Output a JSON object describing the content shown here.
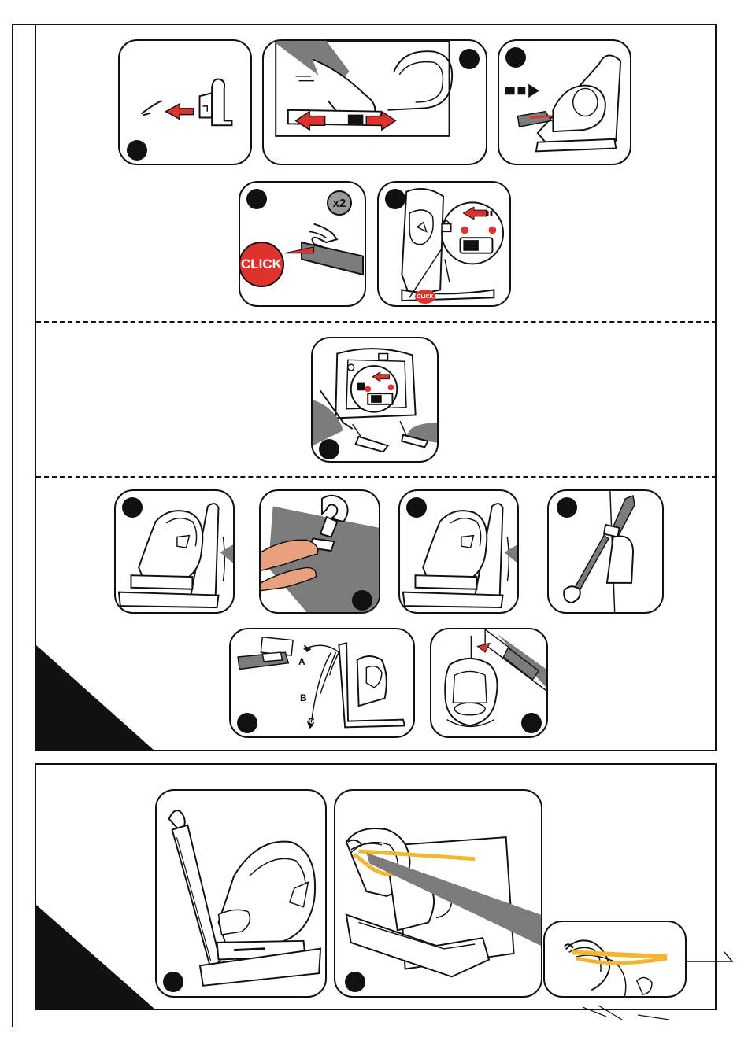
{
  "labels": {
    "click_main": "CLICK",
    "times_two": "x2",
    "click_small": "CLICK",
    "anchor_a": "A",
    "anchor_b": "B",
    "anchor_c": "C"
  },
  "colors": {
    "line": "#111111",
    "arrow_red": "#e0322d",
    "belt_gray": "#7c7c7c",
    "belt_orange": "#f2b632",
    "badge_gray": "#9a9a9a"
  },
  "icons": [
    "red-arrow-icon",
    "black-step-marker",
    "click-badge",
    "times-two-badge",
    "lock-icon"
  ]
}
